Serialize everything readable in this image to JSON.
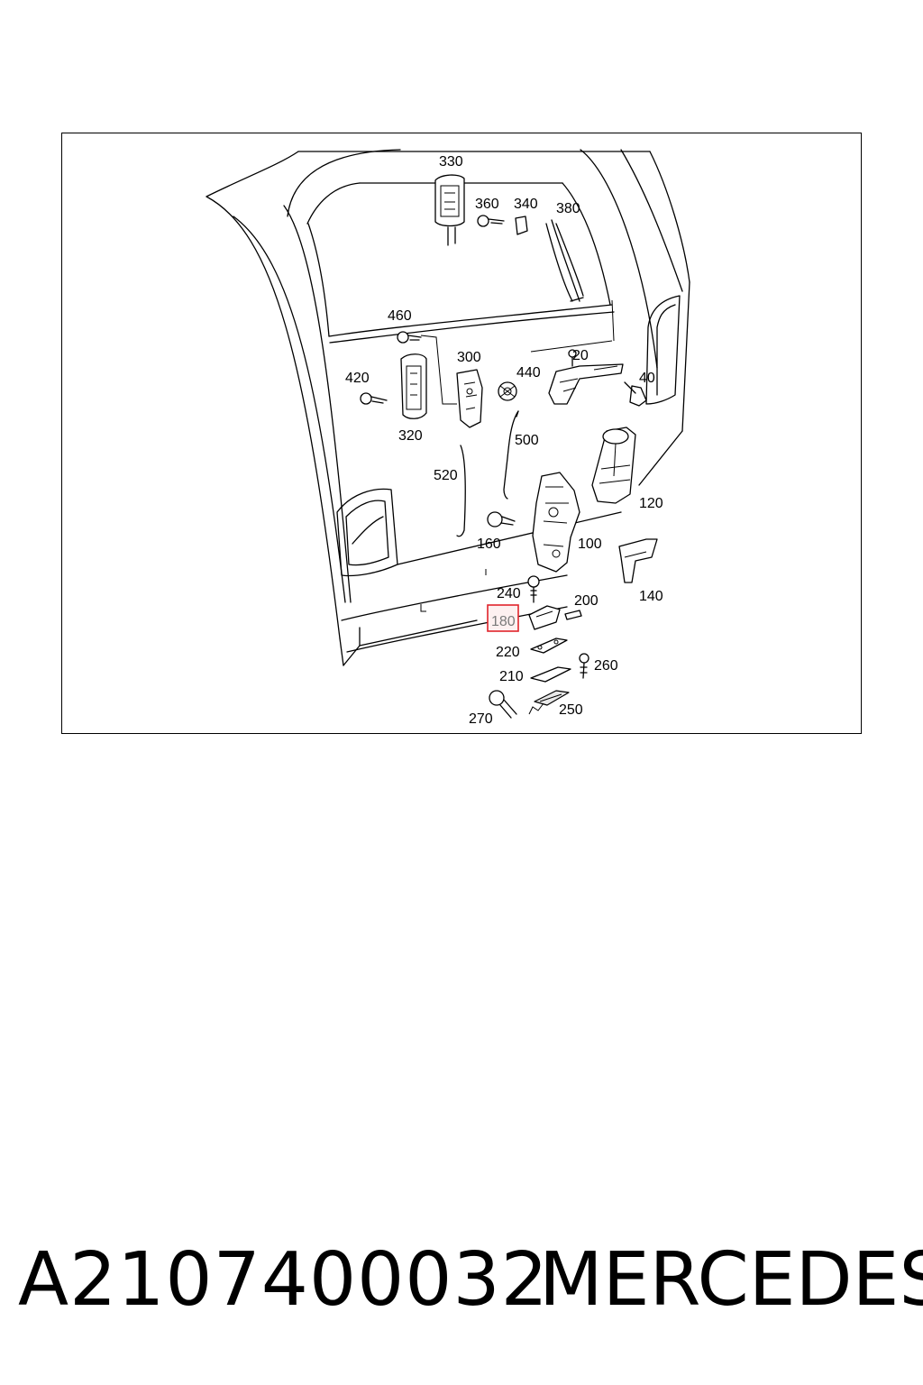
{
  "diagram": {
    "labels": {
      "p330": "330",
      "p360": "360",
      "p340": "340",
      "p380": "380",
      "p460": "460",
      "p300": "300",
      "p440": "440",
      "p20": "20",
      "p420": "420",
      "p40": "40",
      "p320": "320",
      "p500": "500",
      "p520": "520",
      "p120": "120",
      "p160": "160",
      "p100": "100",
      "p240": "240",
      "p200": "200",
      "p140": "140",
      "p180": "180",
      "p220": "220",
      "p210": "210",
      "p260": "260",
      "p270": "270",
      "p250": "250"
    },
    "highlighted_label": "180",
    "highlight_color": "#e0242b"
  },
  "footer": {
    "part_number": "A2107400032",
    "brand": "MERCEDES"
  }
}
